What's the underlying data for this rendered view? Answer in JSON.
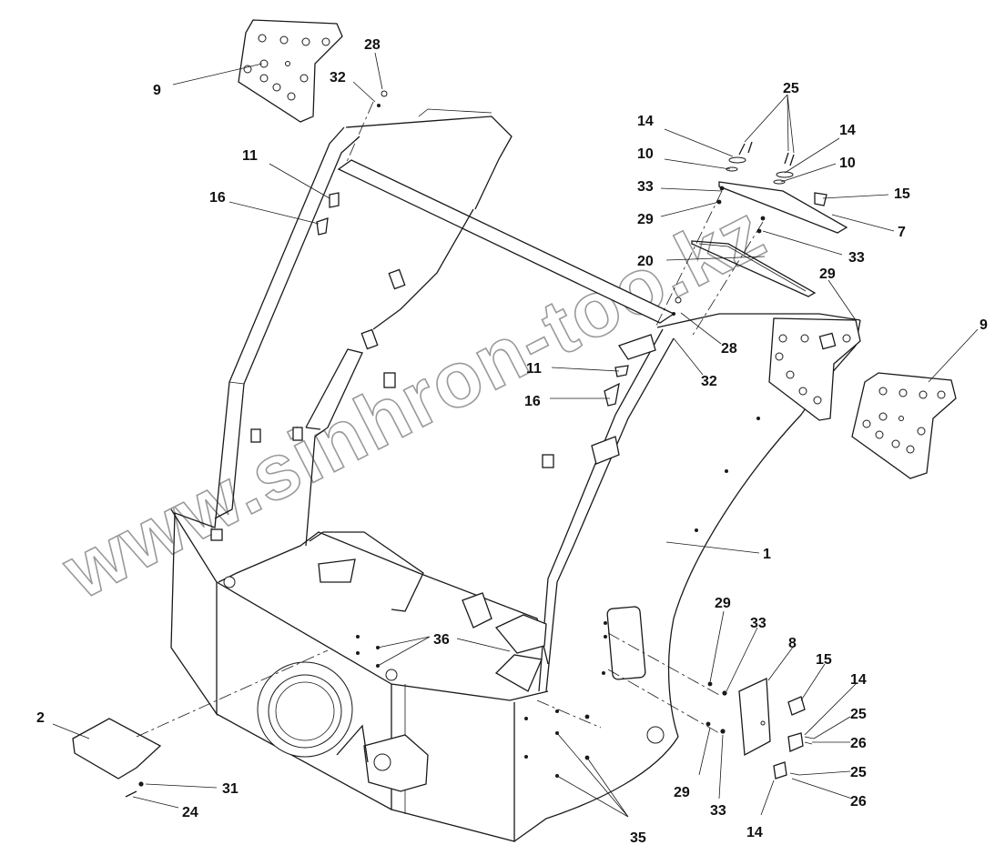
{
  "watermark": "www.sinhron-too.kz",
  "callouts": [
    {
      "id": "c-9-left",
      "text": "9"
    },
    {
      "id": "c-28-top",
      "text": "28"
    },
    {
      "id": "c-32-top",
      "text": "32"
    },
    {
      "id": "c-11-left",
      "text": "11"
    },
    {
      "id": "c-16-left",
      "text": "16"
    },
    {
      "id": "c-25-top",
      "text": "25"
    },
    {
      "id": "c-14-topleft",
      "text": "14"
    },
    {
      "id": "c-14-topright",
      "text": "14"
    },
    {
      "id": "c-10-left",
      "text": "10"
    },
    {
      "id": "c-10-right",
      "text": "10"
    },
    {
      "id": "c-33-left",
      "text": "33"
    },
    {
      "id": "c-15-top",
      "text": "15"
    },
    {
      "id": "c-29-left",
      "text": "29"
    },
    {
      "id": "c-7",
      "text": "7"
    },
    {
      "id": "c-33-right",
      "text": "33"
    },
    {
      "id": "c-20",
      "text": "20"
    },
    {
      "id": "c-29-right",
      "text": "29"
    },
    {
      "id": "c-9-right",
      "text": "9"
    },
    {
      "id": "c-28-mid",
      "text": "28"
    },
    {
      "id": "c-11-mid",
      "text": "11"
    },
    {
      "id": "c-32-mid",
      "text": "32"
    },
    {
      "id": "c-16-mid",
      "text": "16"
    },
    {
      "id": "c-1",
      "text": "1"
    },
    {
      "id": "c-29-low",
      "text": "29"
    },
    {
      "id": "c-33-low",
      "text": "33"
    },
    {
      "id": "c-8",
      "text": "8"
    },
    {
      "id": "c-15-low",
      "text": "15"
    },
    {
      "id": "c-14-low",
      "text": "14"
    },
    {
      "id": "c-25-low1",
      "text": "25"
    },
    {
      "id": "c-26-low1",
      "text": "26"
    },
    {
      "id": "c-25-low2",
      "text": "25"
    },
    {
      "id": "c-26-low2",
      "text": "26"
    },
    {
      "id": "c-36",
      "text": "36"
    },
    {
      "id": "c-2",
      "text": "2"
    },
    {
      "id": "c-31",
      "text": "31"
    },
    {
      "id": "c-24",
      "text": "24"
    },
    {
      "id": "c-29-bottom",
      "text": "29"
    },
    {
      "id": "c-33-bottom",
      "text": "33"
    },
    {
      "id": "c-14-bottom",
      "text": "14"
    },
    {
      "id": "c-35",
      "text": "35"
    }
  ]
}
